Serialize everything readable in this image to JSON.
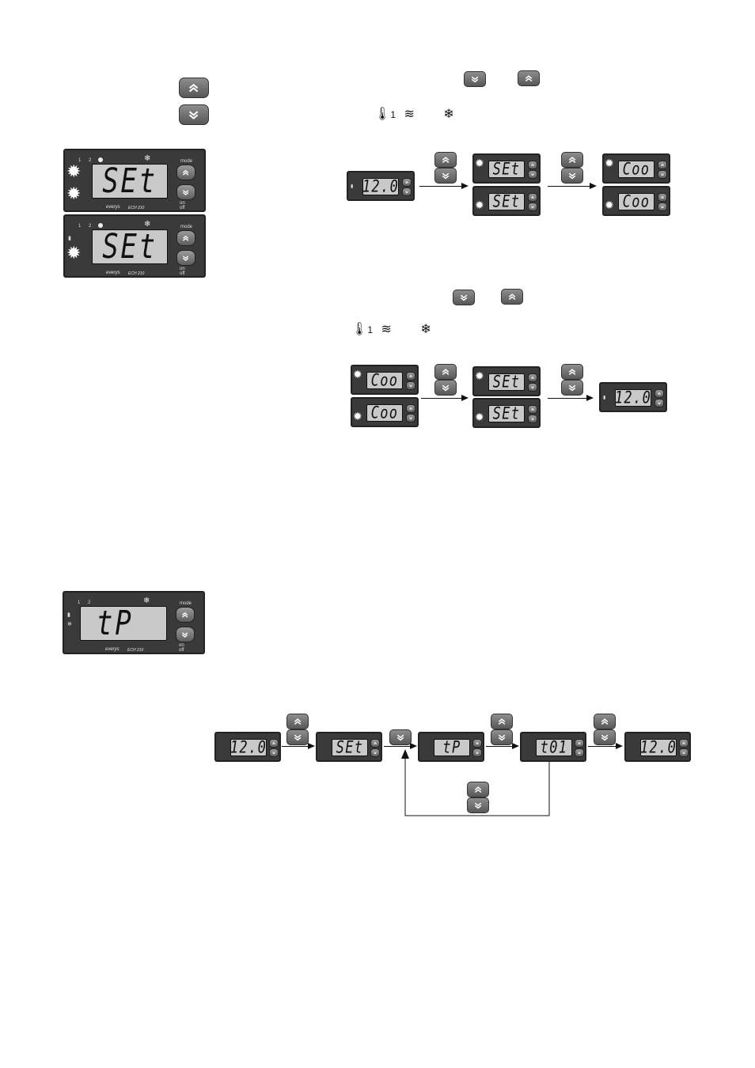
{
  "legend": {
    "up_button_icon": "double-chevron-up-icon",
    "down_button_icon": "double-chevron-down-icon"
  },
  "panel_labels": {
    "mode": "mode",
    "on": "on",
    "off": "off",
    "brand": "everys",
    "model": "ECH 210",
    "led1": "1",
    "led2": "2"
  },
  "panels": {
    "left_set_1": "SEt",
    "left_set_2": "SEt",
    "left_tp": "tP"
  },
  "flow1": {
    "step1": "12.0",
    "step2a": "SEt",
    "step2b": "SEt",
    "step3a": "Coo",
    "step3b": "Coo",
    "icon_row": {
      "one": "1"
    }
  },
  "flow2": {
    "step1a": "Coo",
    "step1b": "Coo",
    "step2a": "SEt",
    "step2b": "SEt",
    "step3": "12.0",
    "icon_row": {
      "one": "1"
    }
  },
  "flow3": {
    "s1": "12.0",
    "s2": "SEt",
    "s3": "tP",
    "s4": "t01",
    "s5": "12.0"
  },
  "colors": {
    "panel": "#3a3a3a",
    "lcd": "#c9c9c9",
    "button": "#6f6f6f"
  }
}
